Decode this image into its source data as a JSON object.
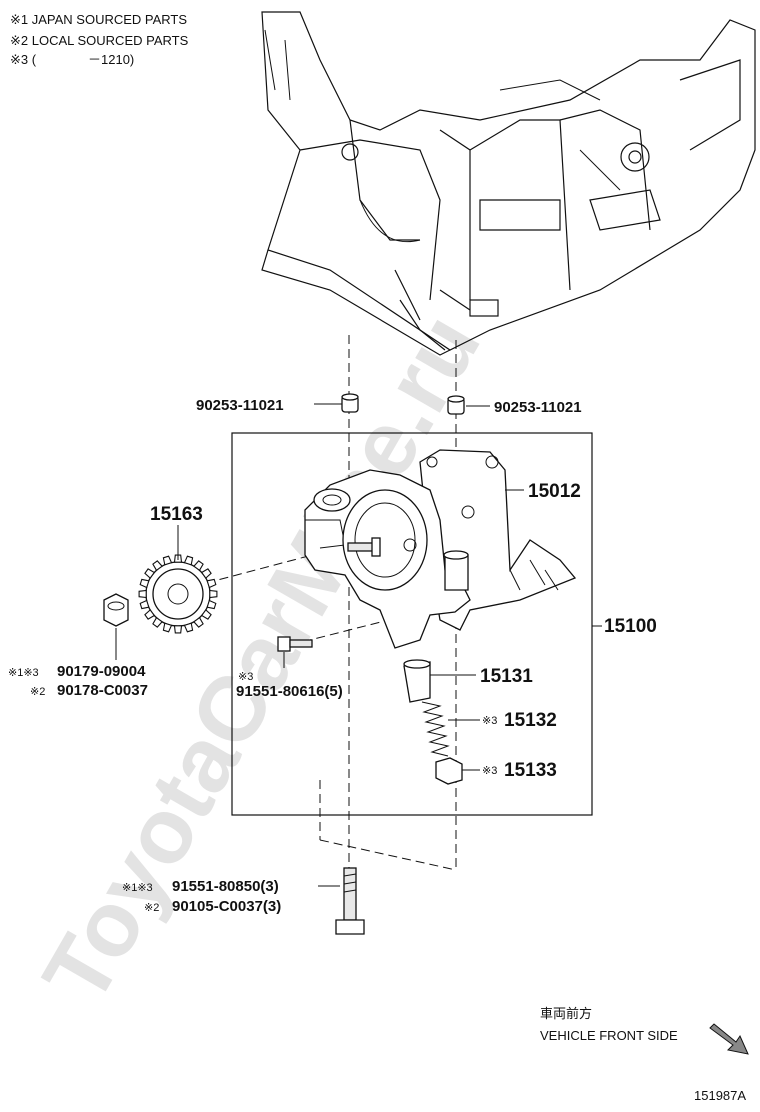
{
  "notes": {
    "japan": "※1 JAPAN SOURCED PARTS",
    "local": "※2 LOCAL SOURCED PARTS",
    "range_prefix": "※3 (",
    "range_suffix": "－1210)"
  },
  "watermark": "ToyotaCarMine.ru",
  "callouts": {
    "stud_left": "90253-11021",
    "stud_right": "90253-11021",
    "cover": "15012",
    "sprocket": "15163",
    "assembly": "15100",
    "nut_mark1": "※1※3",
    "nut1": "90179-09004",
    "nut_mark2": "※2",
    "nut2": "90178-C0037",
    "bolt_small_mark": "※3",
    "bolt_small": "91551-80616(5)",
    "valve": "15131",
    "spring_mark": "※3",
    "spring": "15132",
    "plug_mark": "※3",
    "plug": "15133",
    "bolt_long_mark1": "※1※3",
    "bolt_long1": "91551-80850(3)",
    "bolt_long_mark2": "※2",
    "bolt_long2": "90105-C0037(3)"
  },
  "direction": {
    "japanese": "車両前方",
    "english": "VEHICLE FRONT SIDE"
  },
  "figure_id": "151987A"
}
